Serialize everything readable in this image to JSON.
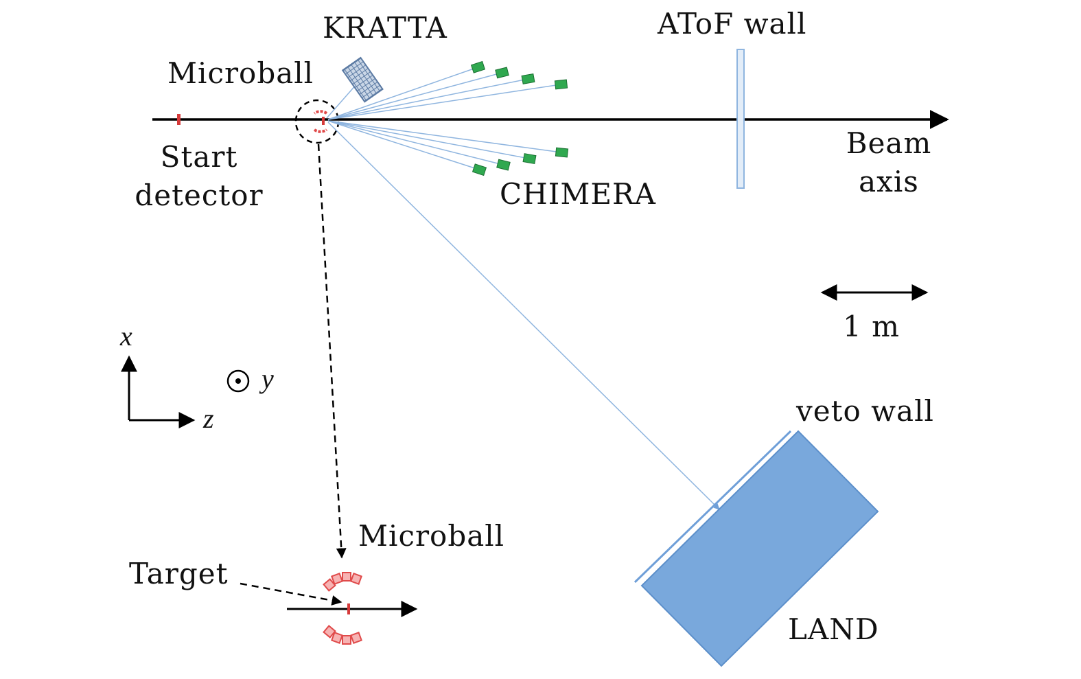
{
  "labels": {
    "kratta": "KRATTA",
    "atof_wall": "AToF wall",
    "microball_top": "Microball",
    "start_detector_line1": "Start",
    "start_detector_line2": "detector",
    "chimera": "CHIMERA",
    "beam_axis_line1": "Beam",
    "beam_axis_line2": "axis",
    "scale": "1 m",
    "axis_x": "x",
    "axis_y": "y",
    "axis_z": "z",
    "veto_wall": "veto wall",
    "microball_inset": "Microball",
    "target": "Target",
    "land": "LAND"
  },
  "colors": {
    "beam": "#000000",
    "lines": "#8fb5df",
    "chimera": "#2fa84f",
    "kratta": "#8aa3c4",
    "microball": "#e04a4a",
    "land": "#6f9fd8",
    "atof": "#cfe0f1"
  }
}
